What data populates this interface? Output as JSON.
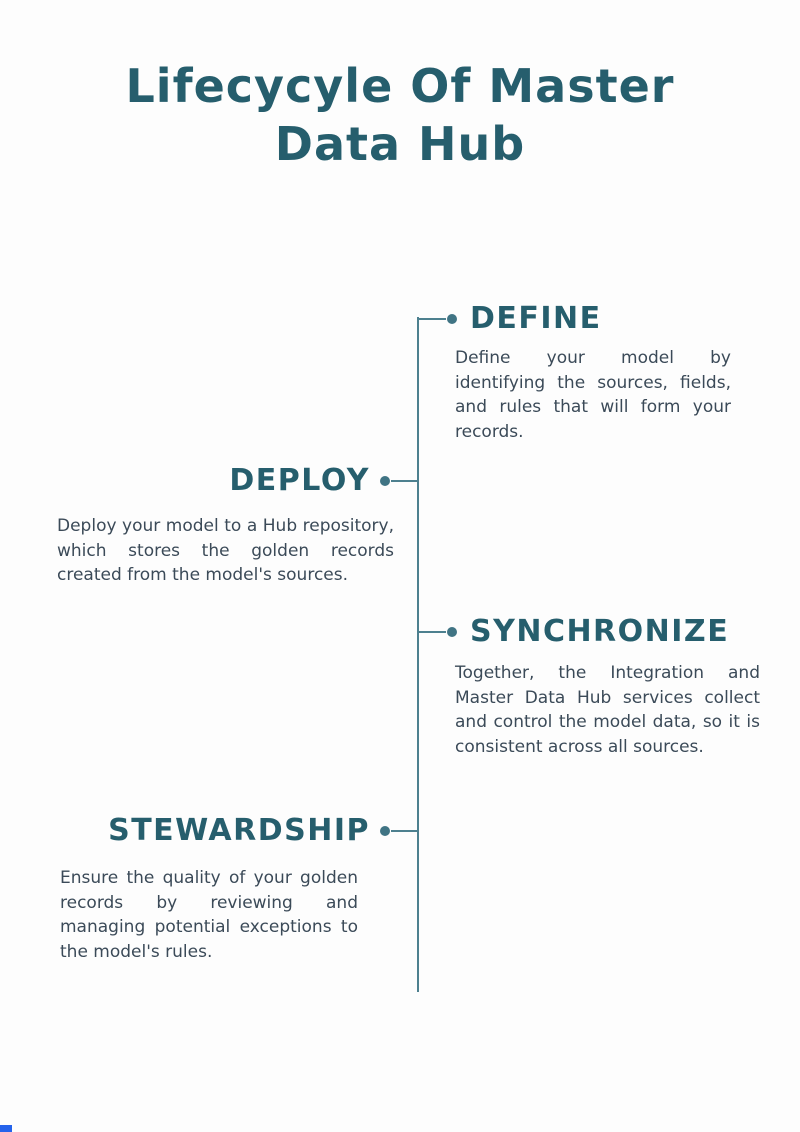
{
  "title": "Lifecycyle Of Master Data Hub",
  "colors": {
    "heading_teal": "#265e6d",
    "body_text": "#3b4a58",
    "timeline": "#4d808f",
    "corner_accent": "#2563eb"
  },
  "stages": [
    {
      "name": "DEFINE",
      "side": "right",
      "description": "Define your model by identifying the sources, fields, and rules that will form your records."
    },
    {
      "name": "DEPLOY",
      "side": "left",
      "description": "Deploy your model to a Hub repository, which stores the golden records created from the model's sources."
    },
    {
      "name": "SYNCHRONIZE",
      "side": "right",
      "description": "Together, the Integration and Master Data Hub services collect and control the model data, so it is consistent across all sources."
    },
    {
      "name": "STEWARDSHIP",
      "side": "left",
      "description": "Ensure the quality of your golden records by reviewing and managing potential exceptions to the model's rules."
    }
  ]
}
